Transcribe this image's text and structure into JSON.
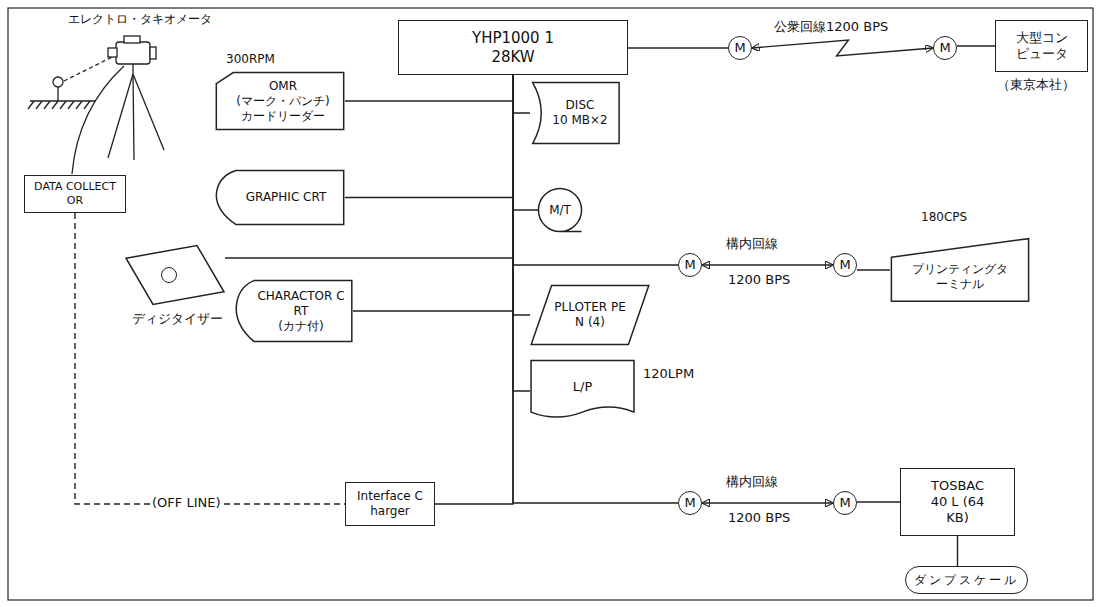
{
  "diagram": {
    "nodes": [
      {
        "text": [
          "YHP1000 128KW"
        ]
      },
      {
        "text": [
          "M"
        ]
      },
      {
        "text": [
          "M"
        ]
      },
      {
        "text": [
          "大型コンピュータ",
          "（東京本社）"
        ]
      },
      {
        "text": [
          "300RPM",
          "OMR",
          "(マーク・パンチ)",
          "カードリーダー"
        ]
      },
      {
        "text": [
          "GRAPHIC CRT"
        ]
      },
      {
        "text": [
          "ディジタイザー"
        ]
      },
      {
        "text": [
          "CHARACTOR CRT",
          "(カナ付)"
        ]
      },
      {
        "text": [
          "DATA COLLECTOR"
        ]
      },
      {
        "text": [
          "Interface Charger"
        ]
      },
      {
        "text": [
          "DISC",
          "10 MB×2"
        ]
      },
      {
        "text": [
          "M/T"
        ]
      },
      {
        "text": [
          "M"
        ]
      },
      {
        "text": [
          "M"
        ]
      },
      {
        "text": [
          "180CPS",
          "プリンティングターミナル"
        ]
      },
      {
        "text": [
          "PLLOTER PEN (4)"
        ]
      },
      {
        "text": [
          "120LPM",
          "L/P"
        ]
      },
      {
        "text": [
          "M"
        ]
      },
      {
        "text": [
          "M"
        ]
      },
      {
        "text": [
          "TOSBAC 40 L (64KB)"
        ]
      },
      {
        "text": [
          "ダンプスケール"
        ]
      }
    ],
    "edges": [
      {
        "from": 0,
        "to": 1,
        "arrow": "none"
      },
      {
        "from": 1,
        "to": 2,
        "label": "公衆回線1200 BPS",
        "arrow": "both"
      },
      {
        "from": 2,
        "to": 3,
        "arrow": "none"
      },
      {
        "from": 0,
        "to": 4,
        "arrow": "none"
      },
      {
        "from": 0,
        "to": 5,
        "arrow": "none"
      },
      {
        "from": 0,
        "to": 6,
        "arrow": "none"
      },
      {
        "from": 0,
        "to": 7,
        "arrow": "none"
      },
      {
        "from": 0,
        "to": 9,
        "arrow": "none"
      },
      {
        "from": 8,
        "to": 9,
        "label": "(OFF LINE)",
        "arrow": "none"
      },
      {
        "from": 0,
        "to": 10,
        "arrow": "none"
      },
      {
        "from": 0,
        "to": 11,
        "arrow": "none"
      },
      {
        "from": 0,
        "to": 12,
        "arrow": "none"
      },
      {
        "from": 12,
        "to": 13,
        "label": "構内回線",
        "arrow": "both"
      },
      {
        "from": 13,
        "to": 14,
        "arrow": "none"
      },
      {
        "from": 0,
        "to": 15,
        "arrow": "none"
      },
      {
        "from": 0,
        "to": 16,
        "arrow": "none"
      },
      {
        "from": 0,
        "to": 17,
        "arrow": "none"
      },
      {
        "from": 17,
        "to": 18,
        "label": "構内回線",
        "arrow": "both"
      },
      {
        "from": 18,
        "to": 19,
        "arrow": "none"
      },
      {
        "from": 19,
        "to": 20,
        "arrow": "none"
      }
    ],
    "labels": [
      "エレクトロ・タキオメータ",
      "1200 BPS",
      "1200 BPS"
    ]
  }
}
